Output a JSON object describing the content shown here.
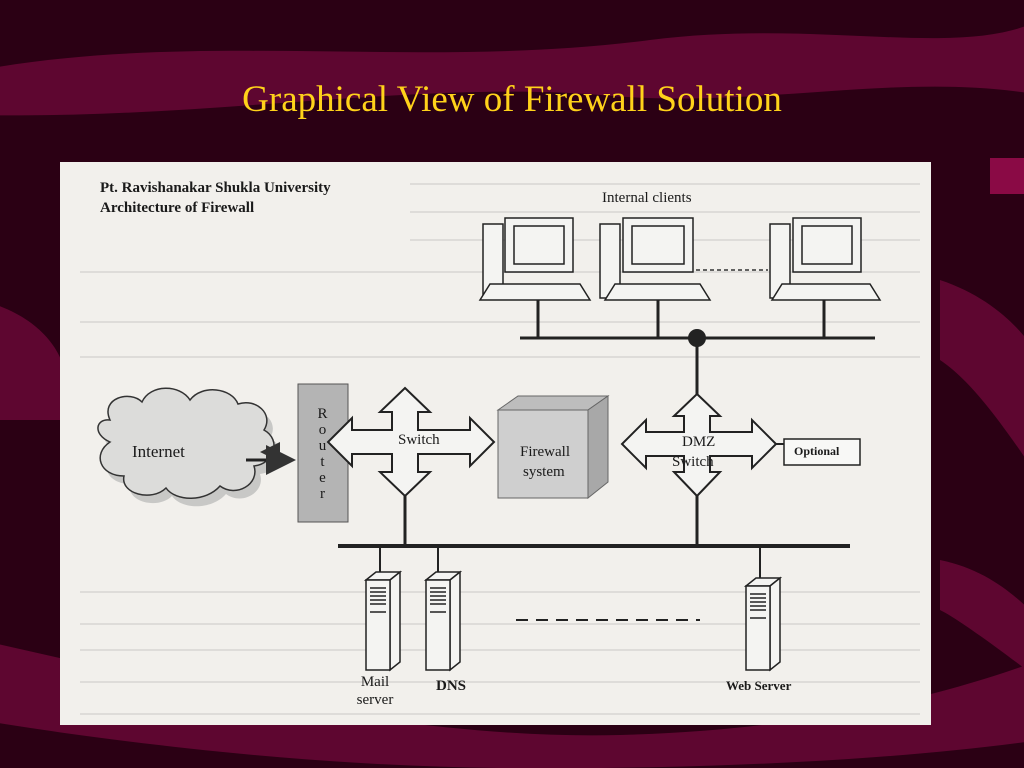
{
  "slide": {
    "title": "Graphical View of Firewall Solution"
  },
  "diagram": {
    "heading_line1": "Pt. Ravishanakar Shukla University",
    "heading_line2": "Architecture of Firewall",
    "internal_clients": "Internal clients",
    "internet": "Internet",
    "router": "R\no\nu\nt\ne\nr",
    "switch": "Switch",
    "firewall_line1": "Firewall",
    "firewall_line2": "system",
    "dmz_line1": "DMZ",
    "dmz_line2": "Switch",
    "optional": "Optional",
    "mail_server_line1": "Mail",
    "mail_server_line2": "server",
    "dns": "DNS",
    "web_server": "Web Server"
  },
  "colors": {
    "background": "#2b0014",
    "accent_band": "#6a0a36",
    "title": "#ffd21a"
  }
}
